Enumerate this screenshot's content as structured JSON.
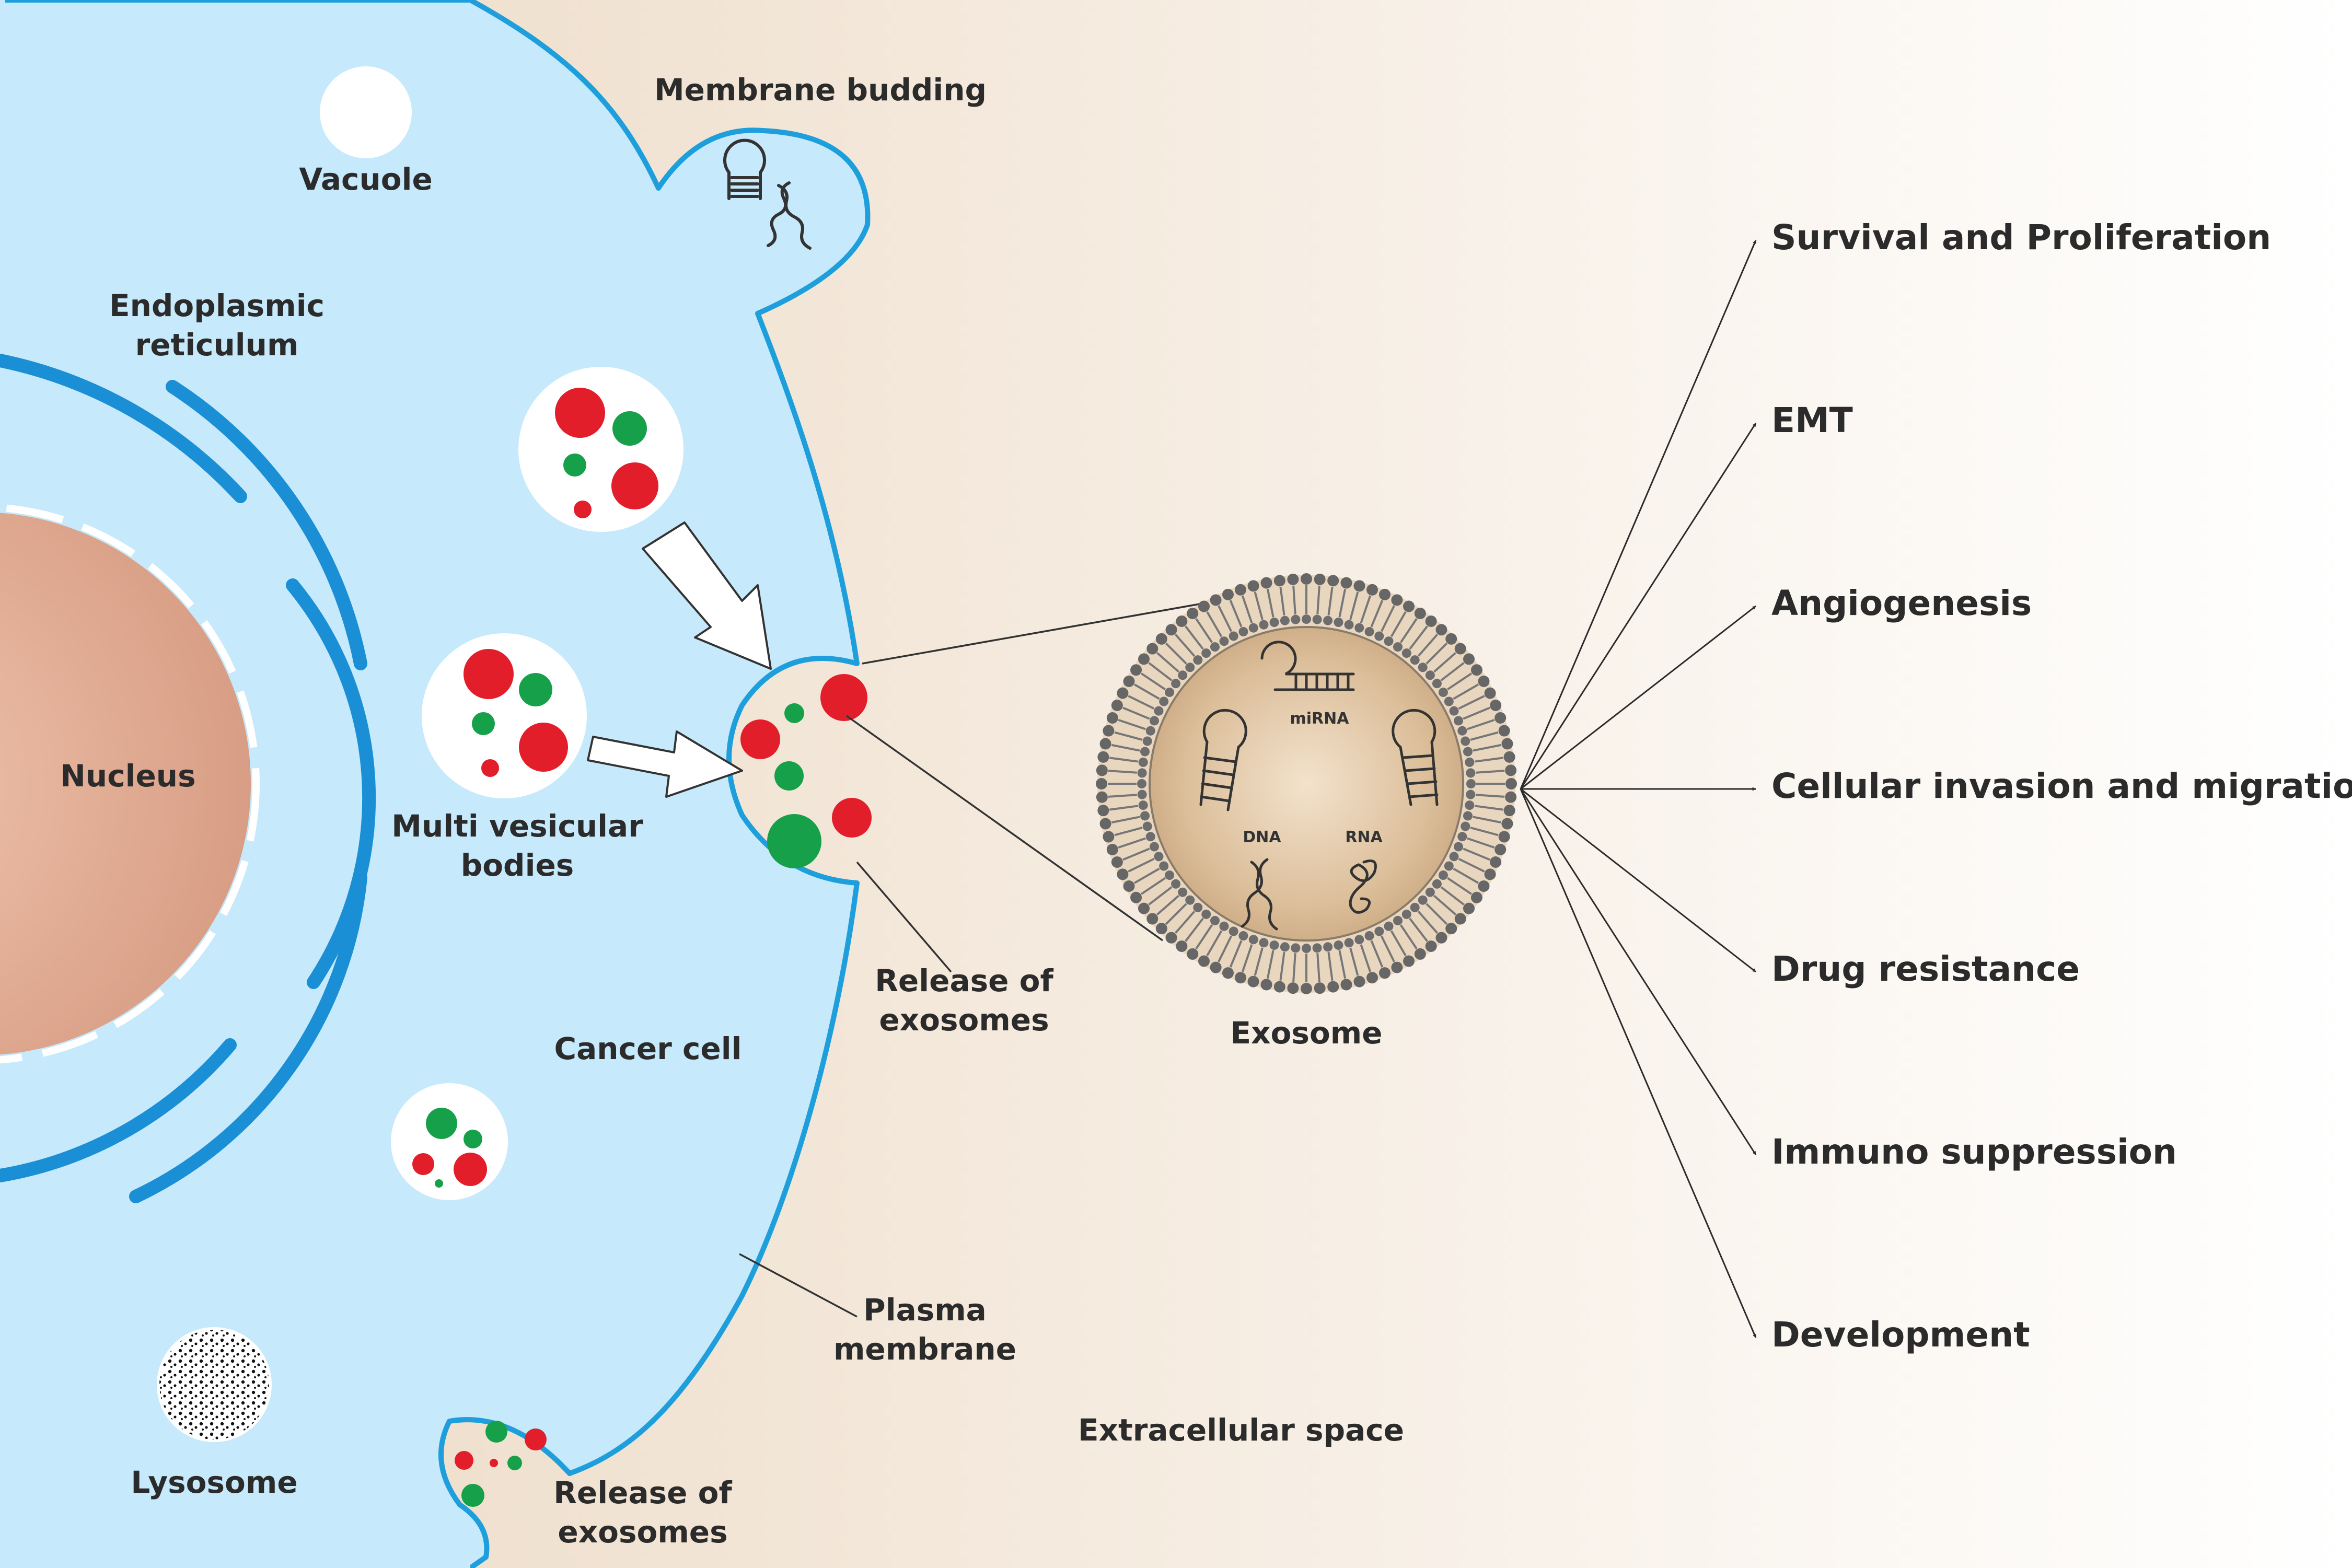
{
  "labels": {
    "vacuole": "Vacuole",
    "membrane_budding": "Membrane budding",
    "er_line1": "Endoplasmic",
    "er_line2": "reticulum",
    "nucleus": "Nucleus",
    "mvb_line1": "Multi vesicular",
    "mvb_line2": "bodies",
    "cancer_cell": "Cancer cell",
    "lysosome": "Lysosome",
    "release_top_line1": "Release of",
    "release_top_line2": "exosomes",
    "release_bottom_line1": "Release of",
    "release_bottom_line2": "exosomes",
    "plasma_line1": "Plasma",
    "plasma_line2": "membrane",
    "extracellular": "Extracellular space",
    "exosome": "Exosome",
    "mirna": "miRNA",
    "dna": "DNA",
    "rna": "RNA"
  },
  "effects": [
    "Survival and Proliferation",
    "EMT",
    "Angiogenesis",
    "Cellular invasion and migration",
    "Drug resistance",
    "Immuno suppression",
    "Development"
  ],
  "colors": {
    "cell_fill": "#c6e9fb",
    "membrane": "#1e9fdc",
    "er_stroke": "#1a8fd6",
    "nucleus": "#e2ab94",
    "bg_left": "#ecd9c3",
    "bg_right": "#ffffff",
    "red": "#e21e2b",
    "green": "#16a04a",
    "exosome_core": "#e0c39f",
    "text": "#2b2b2b"
  }
}
